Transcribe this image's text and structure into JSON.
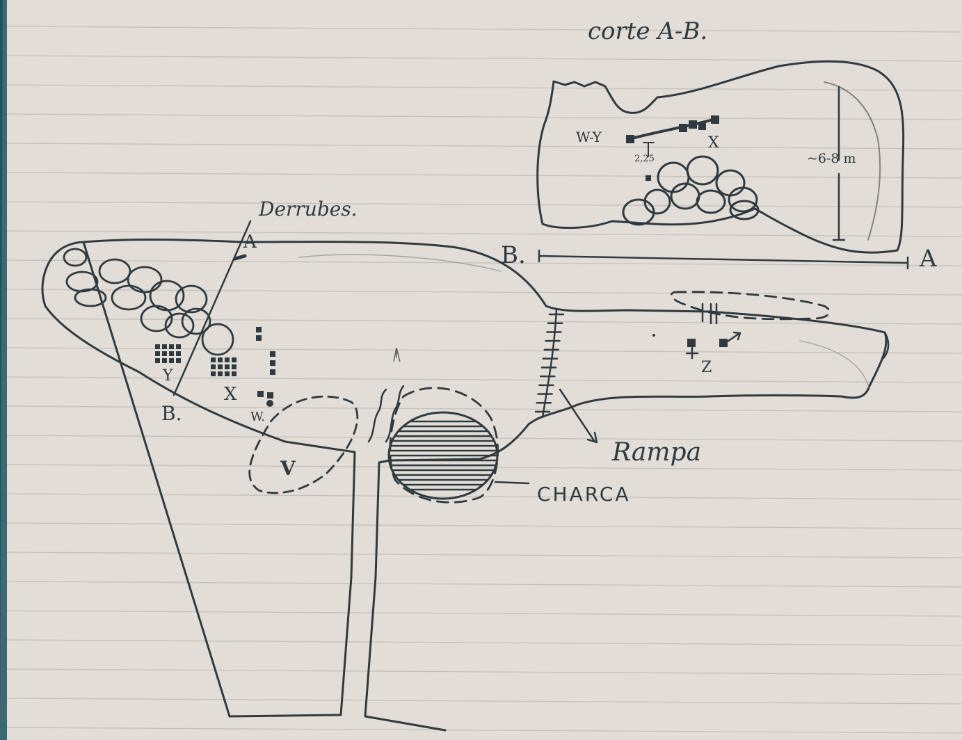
{
  "photo": {
    "frame_color": "#1f5560",
    "paper_color": "#e2ddd6",
    "ink_color": "#2f3a40",
    "rule_line_color": "#c4c0bb"
  },
  "section_sketch": {
    "title": "corte A-B.",
    "label_w_y": "W-Y",
    "label_x": "X",
    "depth_note": "~6-8 m",
    "depth_value": "2,25",
    "end_b": "B.",
    "end_a": "A"
  },
  "plan_sketch": {
    "label_derrubes": "Derrubes.",
    "point_a": "A",
    "point_b": "B.",
    "label_y": "Y",
    "label_x": "X",
    "label_w": "W.",
    "label_v": "V",
    "label_z": "Z",
    "label_rampa": "Rampa",
    "label_charca": "CHARCA"
  }
}
